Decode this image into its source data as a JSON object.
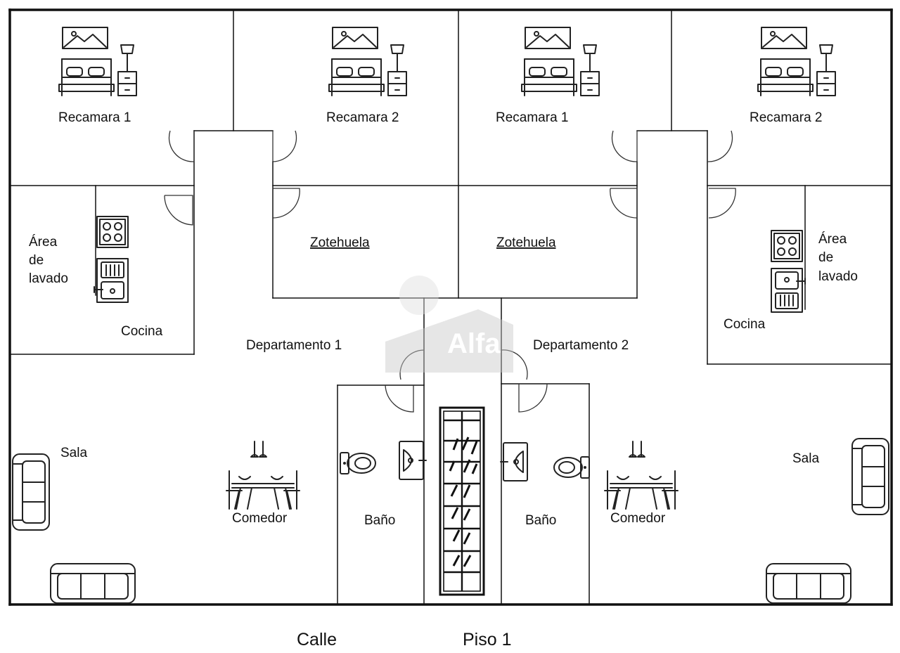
{
  "colors": {
    "walls": "#111111",
    "icons": "#222222",
    "watermark": "#c8c8c8",
    "spellcheck": "#d01a1a"
  },
  "watermark": {
    "text": "Alfa"
  },
  "rooms": {
    "dept1": {
      "bedroom1": "Recamara 1",
      "bedroom2": "Recamara 2",
      "courtyard": "Zotehuela",
      "laundry": [
        "Área",
        "de",
        "lavado"
      ],
      "kitchen": "Cocina",
      "name": "Departamento 1",
      "living": "Sala",
      "dining": "Comedor",
      "bath": "Baño"
    },
    "dept2": {
      "bedroom1": "Recamara 1",
      "bedroom2": "Recamara 2",
      "courtyard": "Zotehuela",
      "laundry": [
        "Área",
        "de",
        "lavado"
      ],
      "kitchen": "Cocina",
      "name": "Departamento 2",
      "living": "Sala",
      "dining": "Comedor",
      "bath": "Baño"
    }
  },
  "footer": {
    "street": "Calle",
    "floor": "Piso 1"
  },
  "icons": [
    "bed-with-picture-icon",
    "nightstand-lamp-icon",
    "stove-icon",
    "sink-icon",
    "sofa-icon",
    "dining-table-icon",
    "toilet-icon",
    "washbasin-icon",
    "staircase-icon",
    "door-swing-icon"
  ]
}
